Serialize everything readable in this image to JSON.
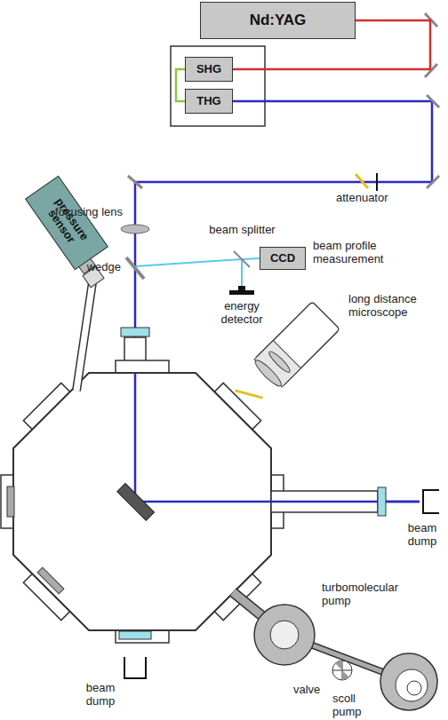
{
  "diagram": {
    "nodes": [
      {
        "text": [
          "Nd:YAG"
        ]
      },
      {
        "text": [
          "SHG"
        ]
      },
      {
        "text": [
          "THG"
        ]
      },
      {
        "text": [
          "CCD"
        ]
      },
      {
        "text": [
          "pressure sensor"
        ]
      }
    ],
    "edges": [
      {
        "from": 0,
        "to": 1,
        "arrow": "none"
      },
      {
        "from": 1,
        "to": 2,
        "arrow": "none"
      }
    ],
    "labels": [
      "attenuator",
      "focusing lens",
      "beam splitter",
      "beam profile measurement",
      "wedge",
      "energy detector",
      "long distance microscope",
      "beam dump",
      "turbomolecular pump",
      "valve",
      "scoll pump",
      "beam dump"
    ]
  }
}
